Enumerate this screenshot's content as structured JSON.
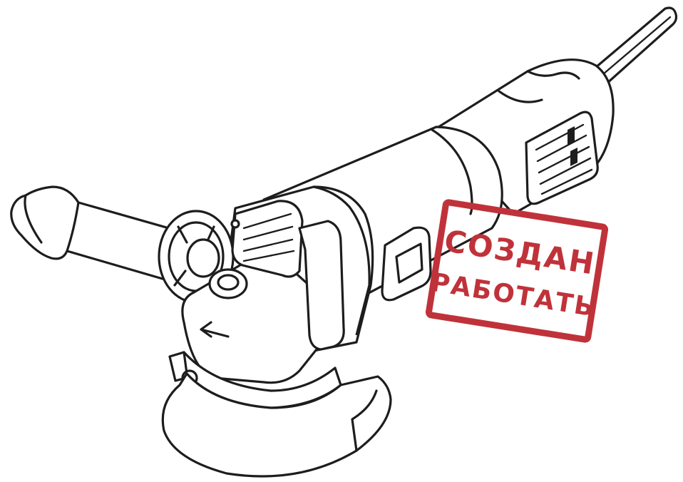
{
  "image": {
    "subject": "angle-grinder-line-drawing"
  },
  "stamp": {
    "line1": "СОЗДАН",
    "line2": "РАБОТАТЬ",
    "color": "#c0323a"
  },
  "colors": {
    "stroke": "#1d1d1d",
    "background": "#ffffff"
  }
}
